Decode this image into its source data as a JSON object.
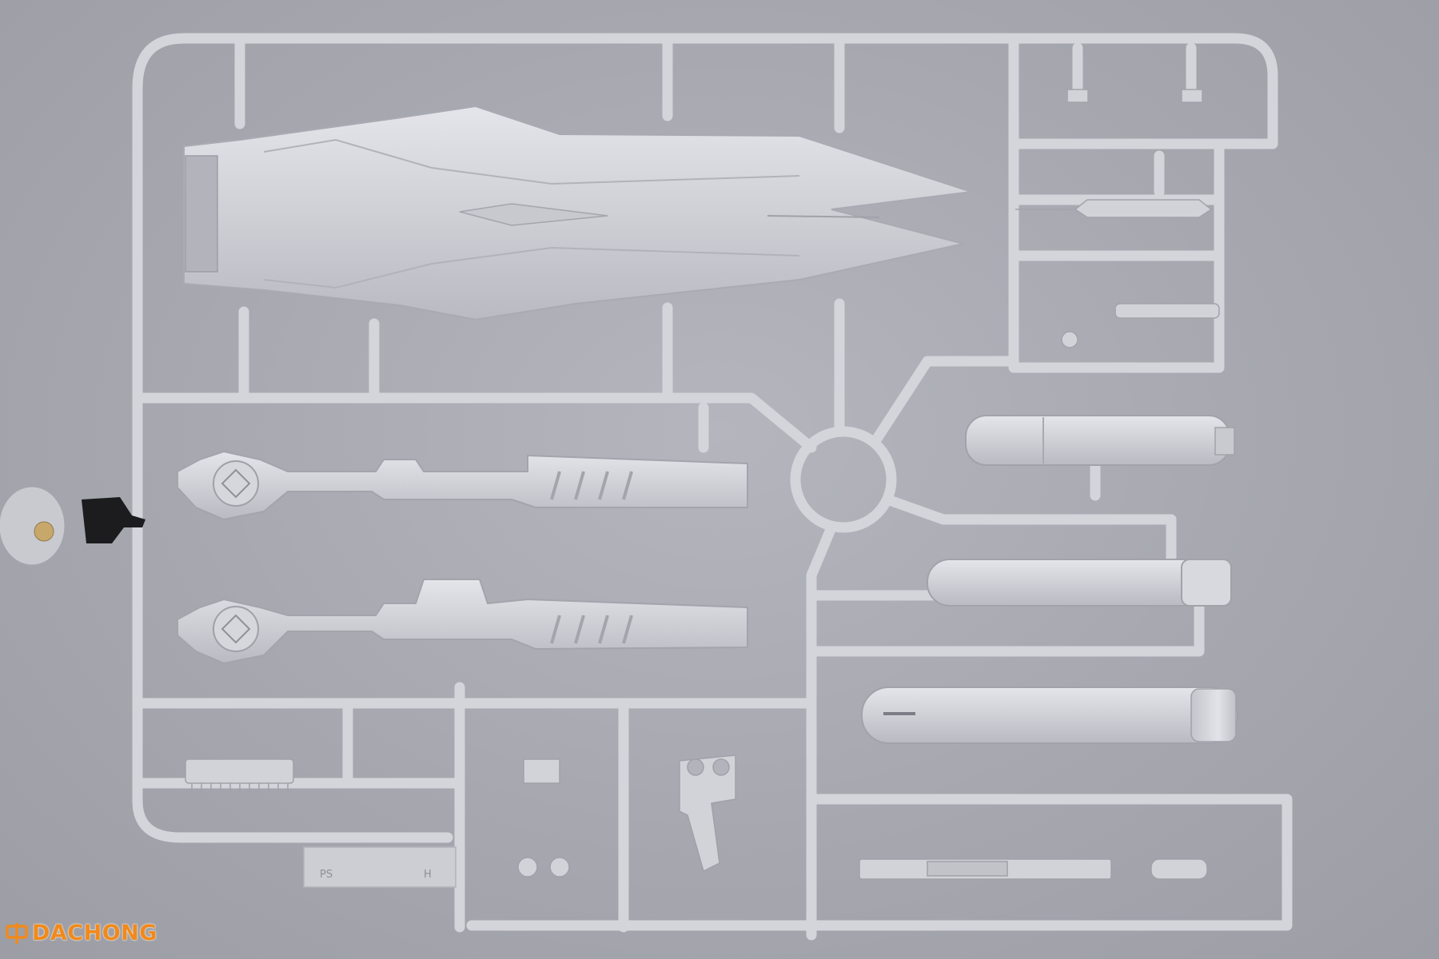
{
  "watermark": {
    "brand_text": "DACHONG",
    "color": "#f08a1c"
  },
  "sprue": {
    "plastic_color": "#cfd0d6",
    "background_color": "#a7a8b0",
    "engraved_labels": [
      "PS",
      "H"
    ]
  },
  "icons": [
    "dachong-logo-icon",
    "clamp-icon"
  ]
}
